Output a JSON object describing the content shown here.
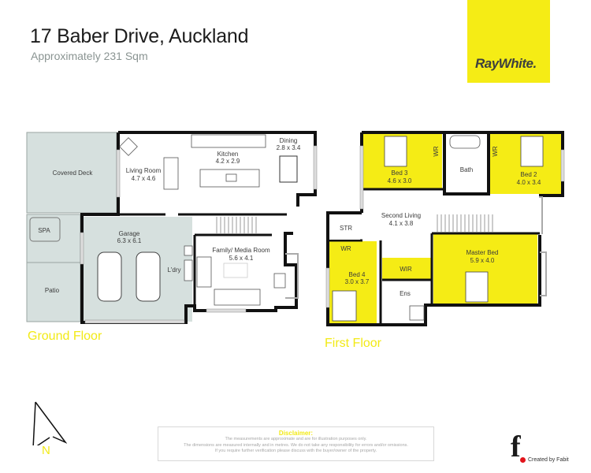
{
  "header": {
    "title": "17 Baber Drive, Auckland",
    "subtitle": "Approximately 231 Sqm"
  },
  "brand": {
    "logo_text": "RayWhite.",
    "color": "#f5ec15"
  },
  "colors": {
    "highlight_yellow": "#f5ec15",
    "outdoor_grey": "#d6e0de",
    "wall": "#111111",
    "label_yellow": "#f2ea16"
  },
  "ground_floor": {
    "label": "Ground Floor",
    "rooms": [
      {
        "name": "Covered Deck",
        "dims": ""
      },
      {
        "name": "SPA",
        "dims": ""
      },
      {
        "name": "Patio",
        "dims": ""
      },
      {
        "name": "Living Room",
        "dims": "4.7 x 4.6"
      },
      {
        "name": "Kitchen",
        "dims": "4.2 x 2.9"
      },
      {
        "name": "Dining",
        "dims": "2.8 x 3.4"
      },
      {
        "name": "Garage",
        "dims": "6.3 x 6.1"
      },
      {
        "name": "L'dry",
        "dims": ""
      },
      {
        "name": "Family/ Media Room",
        "dims": "5.6 x 4.1"
      }
    ]
  },
  "first_floor": {
    "label": "First Floor",
    "rooms": [
      {
        "name": "Bed 3",
        "dims": "4.6 x 3.0"
      },
      {
        "name": "WR",
        "dims": ""
      },
      {
        "name": "Bath",
        "dims": ""
      },
      {
        "name": "WR",
        "dims": ""
      },
      {
        "name": "Bed 2",
        "dims": "4.0 x 3.4"
      },
      {
        "name": "Second Living",
        "dims": "4.1 x 3.8"
      },
      {
        "name": "STR",
        "dims": ""
      },
      {
        "name": "WR",
        "dims": ""
      },
      {
        "name": "Bed 4",
        "dims": "3.0 x 3.7"
      },
      {
        "name": "WIR",
        "dims": ""
      },
      {
        "name": "Ens",
        "dims": ""
      },
      {
        "name": "Master Bed",
        "dims": "5.9 x 4.0"
      }
    ]
  },
  "compass": {
    "label": "N"
  },
  "disclaimer": {
    "title": "Disclaimer:",
    "lines": [
      "The measurements are approximate and are for illustration purposes only.",
      "The dimensions are measured internally and in metres. We do not take any responsibility for errors and/or omissions.",
      "If you require further verification please discuss with the buyer/owner of the property."
    ]
  },
  "credit": {
    "logo_letter": "f",
    "text": "Created by Fabit"
  }
}
